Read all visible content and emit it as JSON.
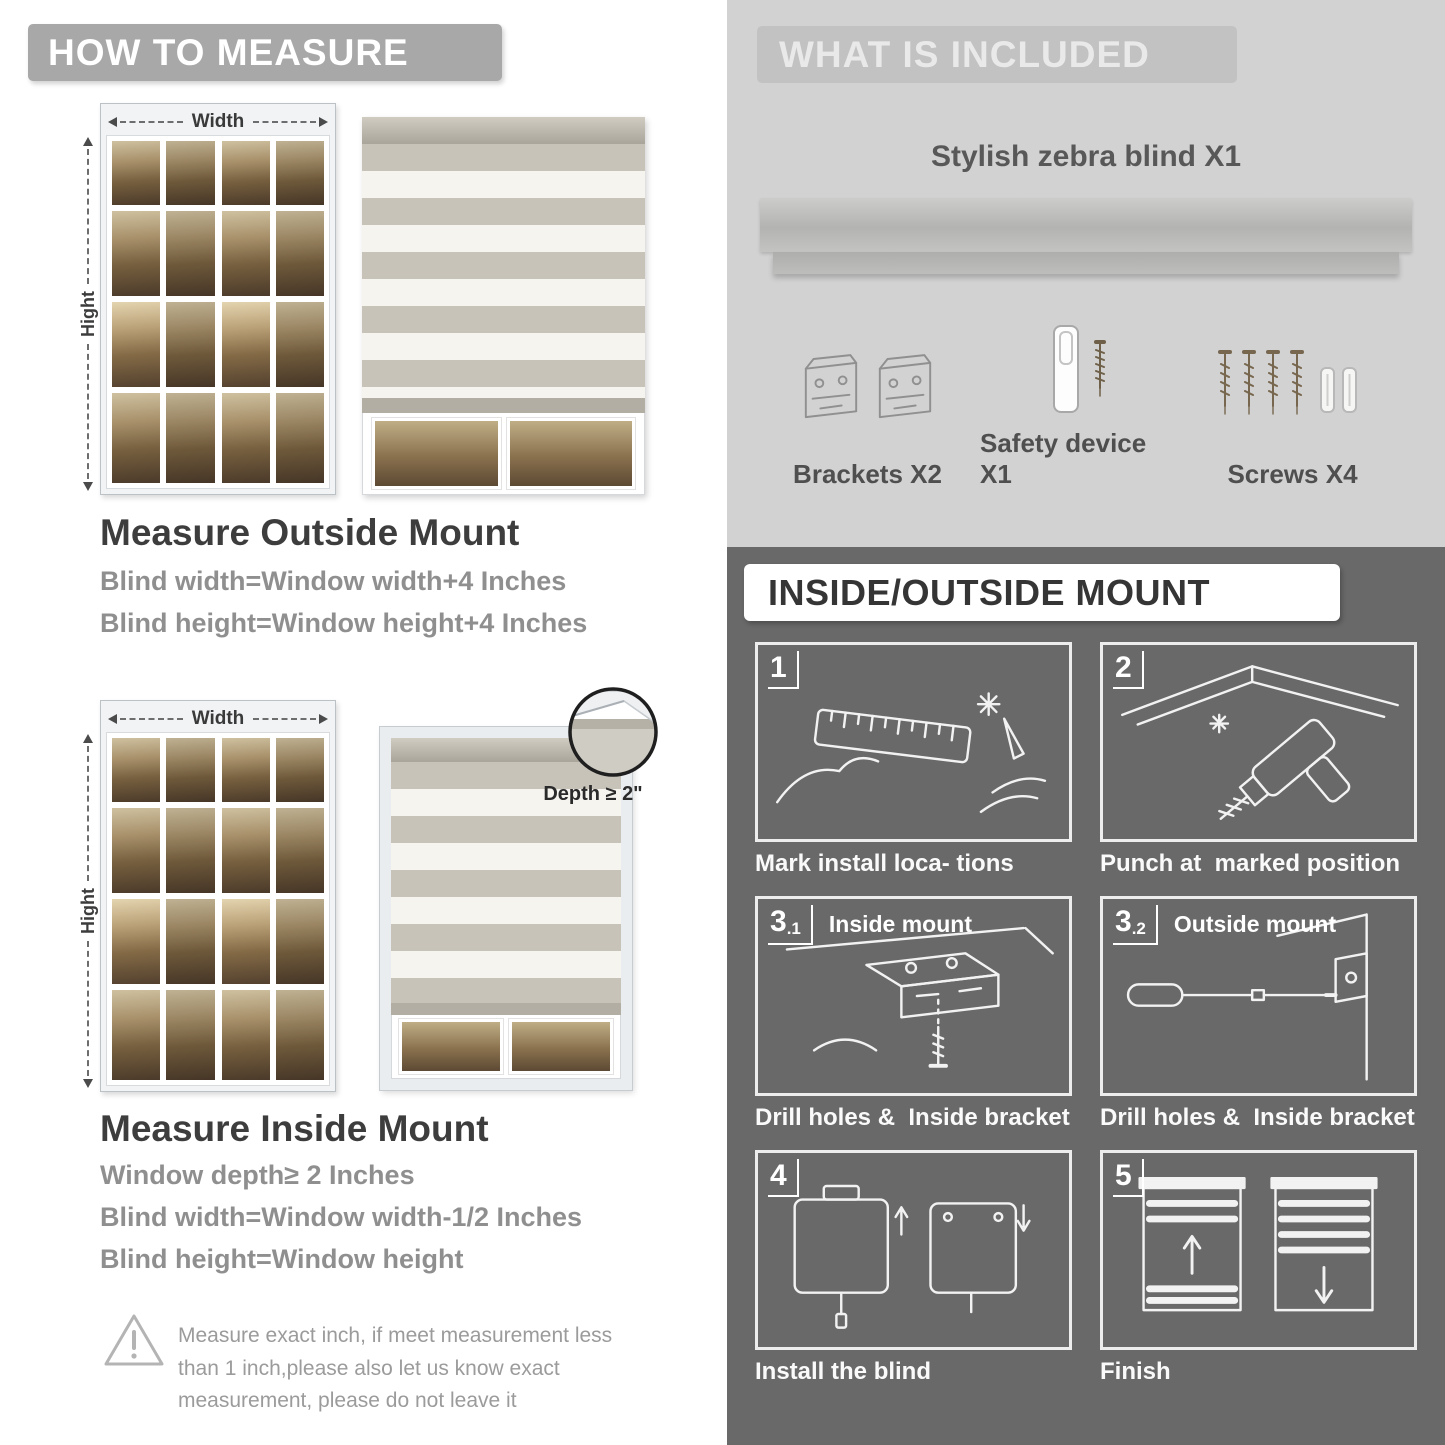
{
  "left": {
    "header": "HOW TO MEASURE",
    "outside": {
      "width_label": "Width",
      "height_label": "Hight",
      "heading": "Measure Outside Mount",
      "lines": [
        "Blind width=Window width+4 Inches",
        "Blind height=Window height+4 Inches"
      ]
    },
    "inside": {
      "width_label": "Width",
      "height_label": "Hight",
      "depth_label": "Depth ≥ 2\"",
      "heading": "Measure Inside Mount",
      "lines": [
        "Window depth≥ 2 Inches",
        "Blind width=Window width-1/2 Inches",
        "Blind height=Window height"
      ]
    },
    "warning_text": "Measure exact inch, if meet measurement less than 1 inch,please also let us know exact measurement, please do not leave it"
  },
  "right": {
    "included": {
      "header": "WHAT IS INCLUDED",
      "product_title": "Stylish zebra blind X1",
      "items": [
        {
          "label": "Brackets X2"
        },
        {
          "label": "Safety device X1"
        },
        {
          "label": "Screws X4"
        }
      ]
    },
    "mount": {
      "header": "INSIDE/OUTSIDE MOUNT",
      "steps": [
        {
          "num": "1",
          "sub": "",
          "title": "",
          "caption": "Mark install loca- tions"
        },
        {
          "num": "2",
          "sub": "",
          "title": "",
          "caption": "Punch at  marked position"
        },
        {
          "num": "3",
          "sub": ".1",
          "title": "Inside mount",
          "caption": "Drill holes &  Inside bracket"
        },
        {
          "num": "3",
          "sub": ".2",
          "title": "Outside mount",
          "caption": "Drill holes &  Inside bracket"
        },
        {
          "num": "4",
          "sub": "",
          "title": "",
          "caption": "Install the blind"
        },
        {
          "num": "5",
          "sub": "",
          "title": "",
          "caption": "Finish"
        }
      ]
    }
  },
  "colors": {
    "left_header_bg": "#a8a8a8",
    "included_bg": "#d2d2d2",
    "included_header_bg": "#c2c2c2",
    "mount_bg": "#696969",
    "heading_dark": "#3d3d3d",
    "body_gray": "#8f8f8f",
    "stripe_gray": "#c7c3b9",
    "stripe_white": "#f6f4ef"
  },
  "icons": {
    "warning": "warning-triangle-icon",
    "width_arrow": "dashed-double-arrow-horizontal-icon",
    "height_arrow": "dashed-double-arrow-vertical-icon",
    "depth_callout": "zoom-circle-icon",
    "brackets": "mounting-bracket-icon",
    "safety_device": "cord-safety-device-icon",
    "screws": "screws-and-anchors-icon"
  }
}
